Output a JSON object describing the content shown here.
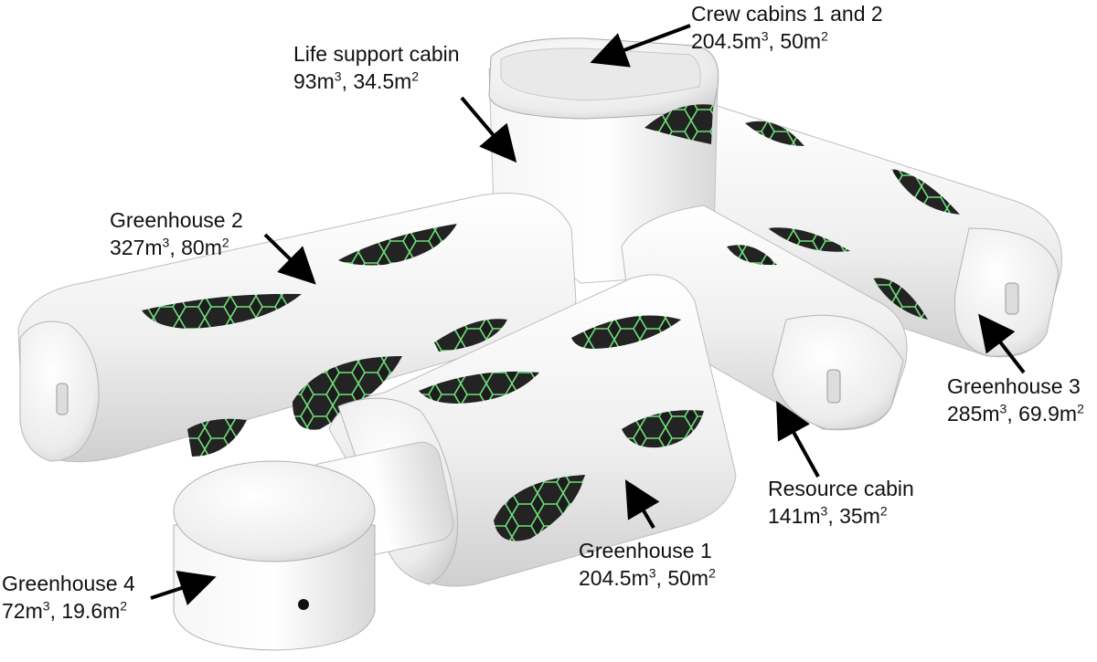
{
  "modules": [
    {
      "id": "crew",
      "name": "Crew cabins 1 and 2",
      "volume": "204.5",
      "area": "50"
    },
    {
      "id": "life",
      "name": "Life support cabin",
      "volume": "93",
      "area": "34.5"
    },
    {
      "id": "gh2",
      "name": "Greenhouse 2",
      "volume": "327",
      "area": "80"
    },
    {
      "id": "gh3",
      "name": "Greenhouse 3",
      "volume": "285",
      "area": "69.9"
    },
    {
      "id": "res",
      "name": "Resource cabin",
      "volume": "141",
      "area": "35"
    },
    {
      "id": "gh1",
      "name": "Greenhouse 1",
      "volume": "204.5",
      "area": "50"
    },
    {
      "id": "gh4",
      "name": "Greenhouse 4",
      "volume": "72",
      "area": "19.6"
    }
  ],
  "units": {
    "volume": "m",
    "volume_exp": "3",
    "area": "m",
    "area_exp": "2",
    "separator": ", "
  }
}
